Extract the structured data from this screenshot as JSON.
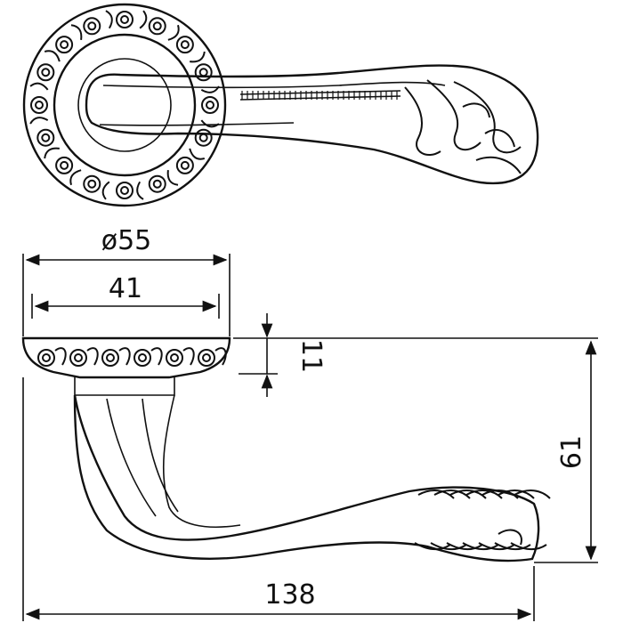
{
  "drawing": {
    "views": [
      "top-view",
      "side-view"
    ],
    "dimensions": {
      "rosette_diameter": "ø55",
      "rosette_inner_width": "41",
      "rosette_thickness": "11",
      "handle_height": "61",
      "handle_length": "138"
    }
  }
}
